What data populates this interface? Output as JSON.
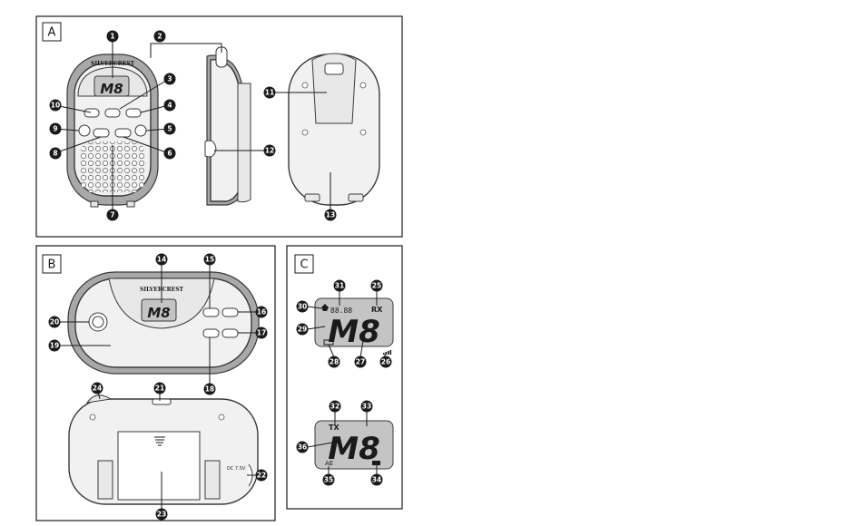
{
  "panels": {
    "a": {
      "tag": "A"
    },
    "b": {
      "tag": "B"
    },
    "c": {
      "tag": "C"
    }
  },
  "callouts": {
    "c1": "1",
    "c2": "2",
    "c3": "3",
    "c4": "4",
    "c5": "5",
    "c6": "6",
    "c7": "7",
    "c8": "8",
    "c9": "9",
    "c10": "10",
    "c11": "11",
    "c12": "12",
    "c13": "13",
    "c14": "14",
    "c15": "15",
    "c16": "16",
    "c17": "17",
    "c18": "18",
    "c19": "19",
    "c20": "20",
    "c21": "21",
    "c22": "22",
    "c23": "23",
    "c24": "24",
    "c25": "25",
    "c26": "26",
    "c27": "27",
    "c28": "28",
    "c29": "29",
    "c30": "30",
    "c31": "31",
    "c32": "32",
    "c33": "33",
    "c34": "34",
    "c35": "35",
    "c36": "36"
  },
  "brand": {
    "handset": "SILVERCREST",
    "base": "SILVERCREST"
  },
  "lcd": {
    "handset_channel": "M8",
    "base_channel": "M8",
    "rx_channel": "M8",
    "rx_indicator": "RX",
    "rx_code": "88.88",
    "tx_channel": "M8",
    "tx_indicator": "TX",
    "tx_vox": "AE"
  },
  "base_rear": {
    "power_label": "DC 7.5V"
  }
}
